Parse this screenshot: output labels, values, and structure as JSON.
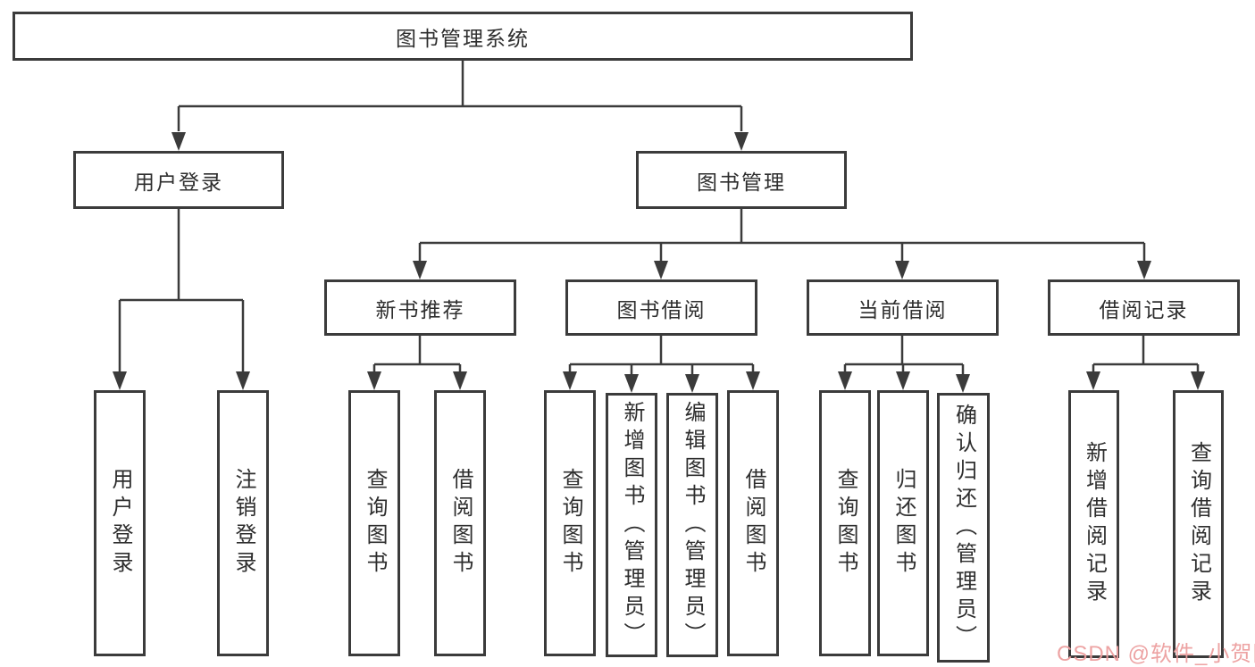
{
  "colors": {
    "line": "#3b3b3b",
    "box_border": "#3b3b3b",
    "text": "#2e2e2e",
    "watermark": "#ec9e9e",
    "background": "#ffffff"
  },
  "watermark": {
    "text": "CSDN @软件_小贺同学"
  },
  "tree": {
    "root": {
      "label": "图书管理系统",
      "children": [
        {
          "label": "用户登录",
          "children": [
            {
              "label": "用户登录"
            },
            {
              "label": "注销登录"
            }
          ]
        },
        {
          "label": "图书管理",
          "children": [
            {
              "label": "新书推荐",
              "children": [
                {
                  "label": "查询图书"
                },
                {
                  "label": "借阅图书"
                }
              ]
            },
            {
              "label": "图书借阅",
              "children": [
                {
                  "label": "查询图书"
                },
                {
                  "label": "新增图书（管理员）"
                },
                {
                  "label": "编辑图书（管理员）"
                },
                {
                  "label": "借阅图书"
                }
              ]
            },
            {
              "label": "当前借阅",
              "children": [
                {
                  "label": "查询图书"
                },
                {
                  "label": "归还图书"
                },
                {
                  "label": "确认归还（管理员）"
                }
              ]
            },
            {
              "label": "借阅记录",
              "children": [
                {
                  "label": "新增借阅记录"
                },
                {
                  "label": "查询借阅记录"
                }
              ]
            }
          ]
        }
      ]
    }
  }
}
